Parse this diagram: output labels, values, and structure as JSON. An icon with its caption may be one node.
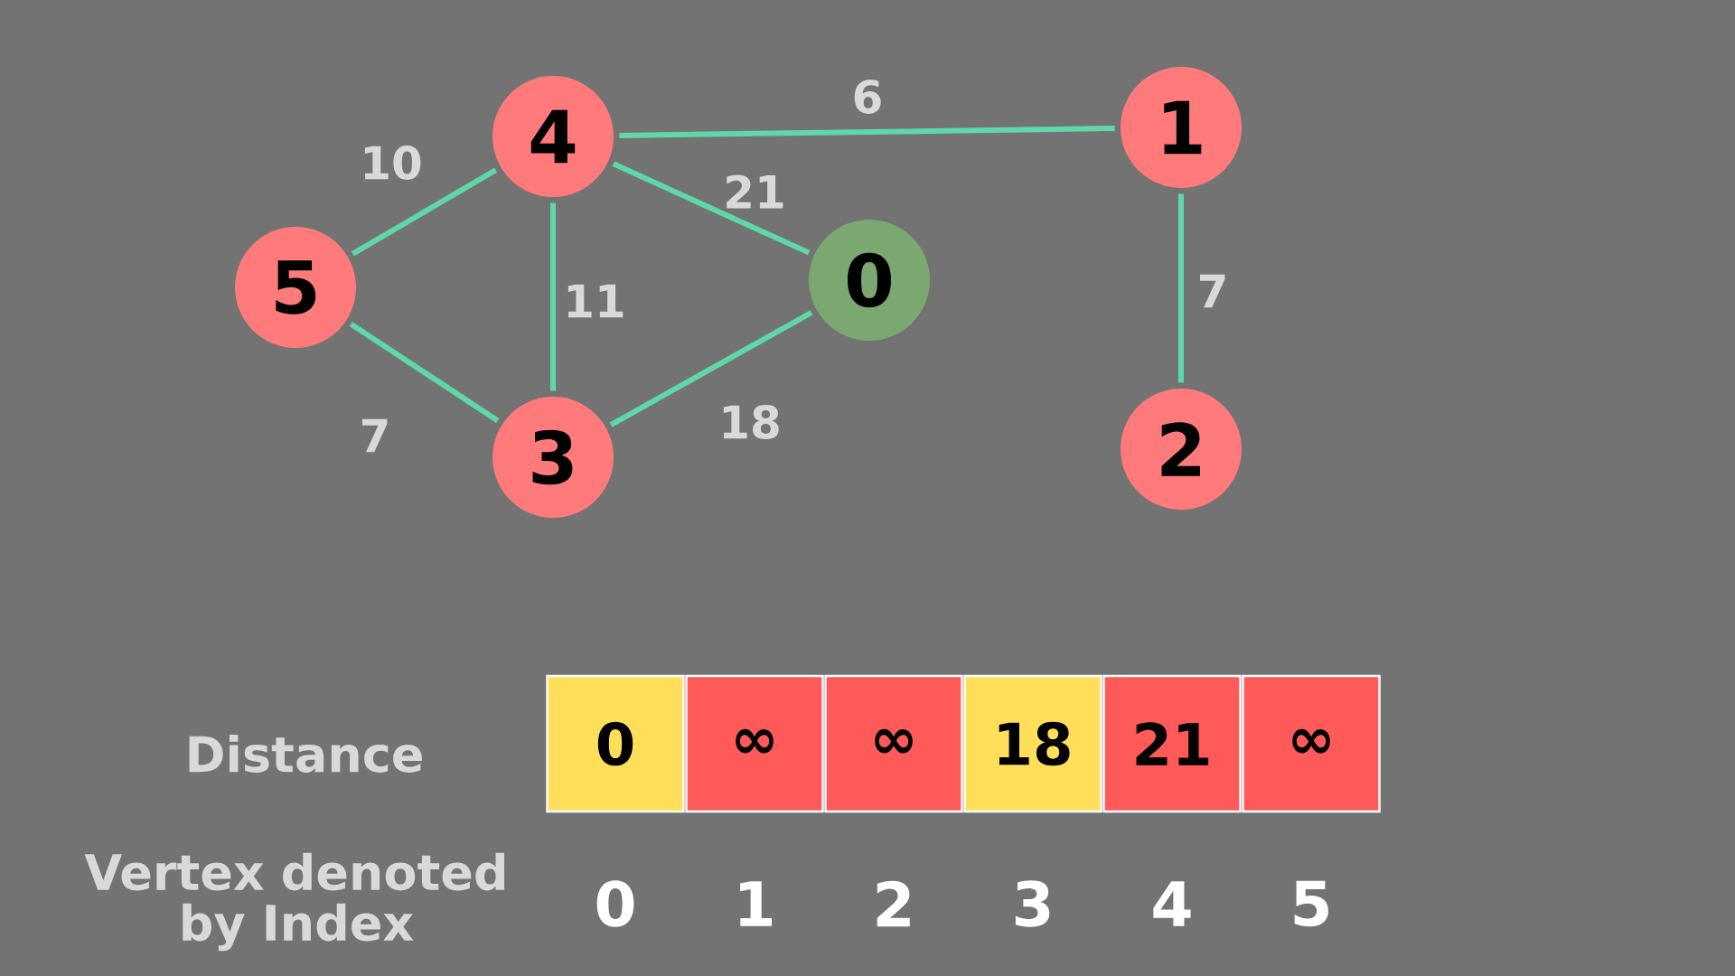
{
  "diagram": {
    "nodes": [
      {
        "text": [
          "4"
        ]
      },
      {
        "text": [
          "1"
        ]
      },
      {
        "text": [
          "5"
        ]
      },
      {
        "text": [
          "0"
        ]
      },
      {
        "text": [
          "3"
        ]
      },
      {
        "text": [
          "2"
        ]
      },
      {
        "text": [
          "0"
        ]
      },
      {
        "text": [
          "∞"
        ]
      },
      {
        "text": [
          "∞"
        ]
      },
      {
        "text": [
          "18"
        ]
      },
      {
        "text": [
          "21"
        ]
      },
      {
        "text": [
          "∞"
        ]
      }
    ],
    "edges": [
      {
        "from": 0,
        "to": 1,
        "arrow": "none",
        "label": "6"
      },
      {
        "from": 2,
        "to": 0,
        "arrow": "none",
        "label": "10"
      },
      {
        "from": 0,
        "to": 3,
        "arrow": "none",
        "label": "21"
      },
      {
        "from": 0,
        "to": 4,
        "arrow": "none",
        "label": "11"
      },
      {
        "from": 2,
        "to": 4,
        "arrow": "none",
        "label": "7"
      },
      {
        "from": 4,
        "to": 3,
        "arrow": "none",
        "label": "18"
      },
      {
        "from": 1,
        "to": 5,
        "arrow": "none",
        "label": "7"
      }
    ],
    "labels": [
      "Distance",
      "Vertex denoted by Index",
      "0",
      "1",
      "2",
      "3",
      "4",
      "5"
    ]
  }
}
